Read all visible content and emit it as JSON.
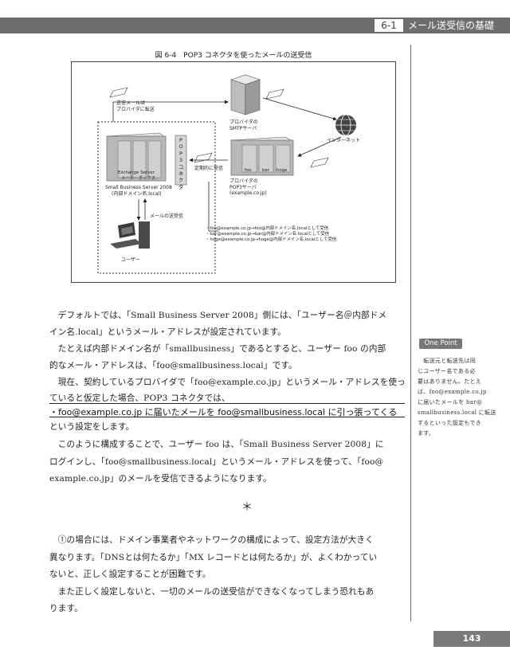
{
  "header": {
    "section_number": "6-1",
    "section_title": "メール送受信の基礎"
  },
  "figure": {
    "caption": "図 6-4　POP3 コネクタを使ったメールの送受信",
    "labels": {
      "send_to_provider": [
        "送信メールは",
        "プロバイダに転送"
      ],
      "smtp_server": [
        "プロバイダの",
        "SMTPサーバ"
      ],
      "internet": "インターネット",
      "periodic_receive": "定期的に受信",
      "pop3_connector": "POP3コネクタ",
      "pop3_server": [
        "プロバイダの",
        "POP3サーバ",
        "(example.co.jp)"
      ],
      "mailbox_names": [
        "foo",
        "bar",
        "hoge"
      ],
      "exchange_server": [
        "Exchange",
        "Server",
        "メール・ボックス"
      ],
      "sbs_server": [
        "Small Business Server 2008",
        "(内部ドメイン名.local)"
      ],
      "mail_send_receive": "メールの送受信",
      "user": "ユーザー",
      "rules": [
        "・foo@example.co.jp→foo@内部ドメイン名.localとして受信",
        "・bar@example.co.jp→bar@内部ドメイン名.localとして受信",
        "・hoge@example.co.jp→hoge@内部ドメイン名.localとして受信"
      ]
    }
  },
  "body": {
    "lines": [
      "　デフォルトでは、「Small Business Server 2008」側には、「ユーザー名＠内部ドメ",
      "イン名.local」というメール・アドレスが設定されています。",
      "　たとえば内部ドメイン名が「smallbusiness」であるとすると、ユーザー foo の内部",
      "的なメール・アドレスは、「foo@smallbusiness.local」です。",
      "　現在、契約しているプロバイダで「foo@example.co.jp」というメール・アドレスを使っ",
      "ていると仮定した場合、POP3 コネクタでは、"
    ],
    "highlight": "・foo@example.co.jp に届いたメールを foo@smallbusiness.local に引っ張ってくる",
    "lines2": [
      "という設定をします。",
      "　このように構成することで、ユーザー foo は、「Small Business Server 2008」に",
      "ログインし、「foo@smallbusiness.local」というメール・アドレスを使って、「foo@",
      "example.co.jp」のメールを受信できるようになります。"
    ],
    "separator": "＊",
    "lines3": [
      "　①の場合には、ドメイン事業者やネットワークの構成によって、設定方法が大きく",
      "異なります。「DNSとは何たるか」「MX レコードとは何たるか」が、よくわかってい",
      "ないと、正しく設定することが困難です。",
      "　また正しく設定しないと、一切のメールの送受信ができなくなってしまう恐れもあ",
      "ります。"
    ]
  },
  "one_point": {
    "badge": "One Point",
    "lines": [
      "　転送元と転送先は同",
      "じユーザー名である必",
      "要はありません。たとえ",
      "ば、foo@example.co.jp",
      "に届いたメールを bar@",
      "smallbusiness.local に転送",
      "するといった設定もでき",
      "ます。"
    ]
  },
  "page_number": "143"
}
